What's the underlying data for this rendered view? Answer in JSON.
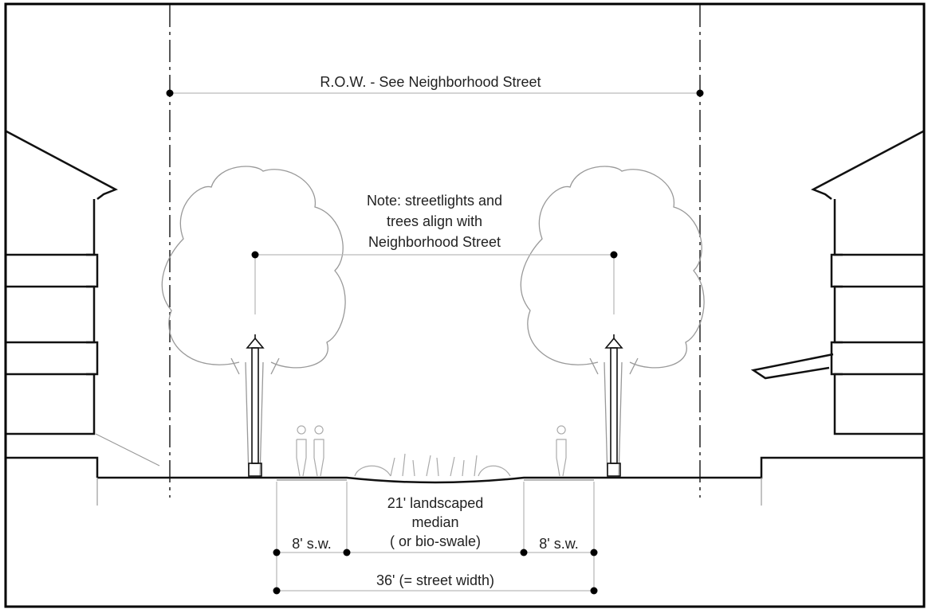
{
  "title": "Street section – landscaped median",
  "labels": {
    "row": "R.O.W. - See Neighborhood Street",
    "note_lines": [
      "Note: streetlights and",
      "trees align with",
      "Neighborhood Street"
    ],
    "median_lines": [
      "21' landscaped",
      "median",
      "( or bio-swale)"
    ],
    "sidewalk_left": "8' s.w.",
    "sidewalk_right": "8' s.w.",
    "street_width": "36' (= street width)"
  },
  "colors": {
    "line": "#111111",
    "dimension": "#bbbbbb",
    "tree": "#999999"
  }
}
